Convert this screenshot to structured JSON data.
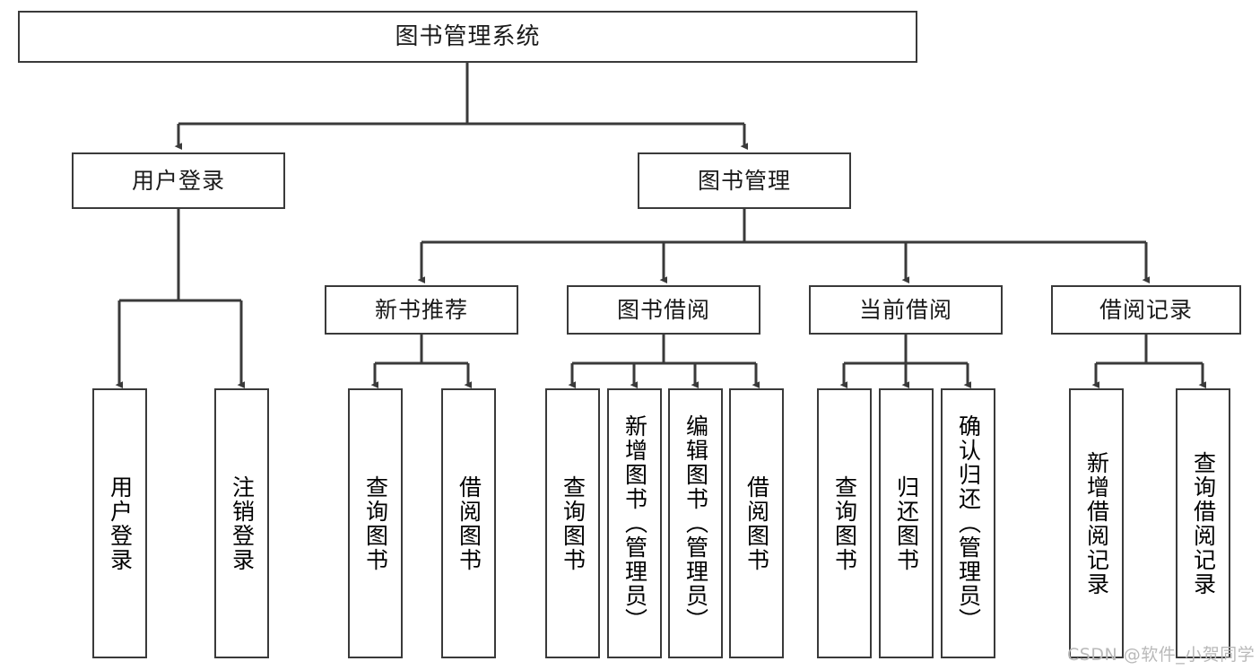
{
  "diagram": {
    "type": "tree-hierarchy",
    "title": "图书管理系统",
    "root": {
      "label": "图书管理系统"
    },
    "level2": [
      {
        "label": "用户登录"
      },
      {
        "label": "图书管理"
      }
    ],
    "level3": [
      {
        "label": "新书推荐"
      },
      {
        "label": "图书借阅"
      },
      {
        "label": "当前借阅"
      },
      {
        "label": "借阅记录"
      }
    ],
    "leaves": {
      "user_login": [
        {
          "label": "用户登录"
        },
        {
          "label": "注销登录"
        }
      ],
      "new_book_recommend": [
        {
          "label": "查询图书"
        },
        {
          "label": "借阅图书"
        }
      ],
      "book_borrow": [
        {
          "label": "查询图书"
        },
        {
          "label": "新增图书（管理员）"
        },
        {
          "label": "编辑图书（管理员）"
        },
        {
          "label": "借阅图书"
        }
      ],
      "current_borrow": [
        {
          "label": "查询图书"
        },
        {
          "label": "归还图书"
        },
        {
          "label": "确认归还（管理员）"
        }
      ],
      "borrow_record": [
        {
          "label": "新增借阅记录"
        },
        {
          "label": "查询借阅记录"
        }
      ]
    },
    "watermark": "CSDN @软件_小贺同学",
    "colors": {
      "stroke": "#3a3a3a",
      "text": "#1a1a1a",
      "background": "#ffffff",
      "watermark": "#b9b9b9"
    }
  }
}
